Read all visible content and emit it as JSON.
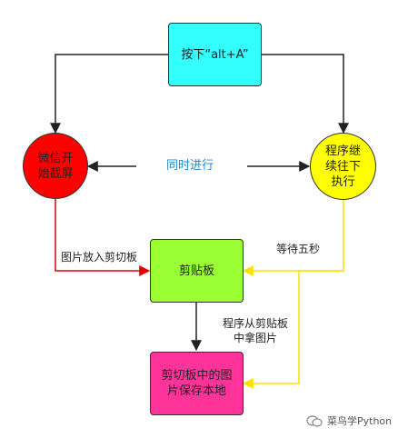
{
  "nodes": {
    "press_key": {
      "label": "按下“alt+A”",
      "color": "#33ffff"
    },
    "wechat_screenshot": {
      "label": "微信开\n始截屏",
      "color": "#ff0000"
    },
    "program_continue": {
      "label": "程序继\n续往下\n执行",
      "color": "#ffff00"
    },
    "clipboard": {
      "label": "剪贴板",
      "color": "#99ff33"
    },
    "save_image": {
      "label": "剪切板中的图\n片保存本地",
      "color": "#ff3399"
    }
  },
  "edges": {
    "concurrent": "同时进行",
    "put_to_clipboard": "图片放入剪切板",
    "wait_five_seconds": "等待五秒",
    "fetch_from_clipboard": "程序从剪贴板\n中拿图片"
  },
  "watermark": "菜鸟学Python"
}
